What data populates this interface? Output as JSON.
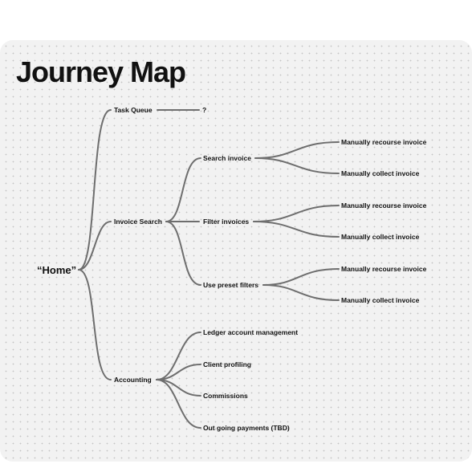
{
  "title": "Journey Map",
  "colors": {
    "background": "#f2f2f2",
    "dots": "#c4c4c4",
    "edge": "#6e6e6e",
    "text": "#111111"
  },
  "map": {
    "root": "“Home”",
    "task_queue": {
      "label": "Task Queue",
      "child": "?"
    },
    "invoice_search": {
      "label": "Invoice Search",
      "search_invoice": {
        "label": "Search invoice",
        "children": [
          "Manually recourse invoice",
          "Manually collect invoice"
        ]
      },
      "filter_invoices": {
        "label": "Filter invoices",
        "children": [
          "Manually recourse invoice",
          "Manually collect invoice"
        ]
      },
      "use_preset_filters": {
        "label": "Use preset filters",
        "children": [
          "Manually recourse invoice",
          "Manually collect invoice"
        ]
      }
    },
    "accounting": {
      "label": "Accounting",
      "children": [
        "Ledger account management",
        "Client profiling",
        "Commissions",
        "Out going payments (TBD)"
      ]
    }
  }
}
